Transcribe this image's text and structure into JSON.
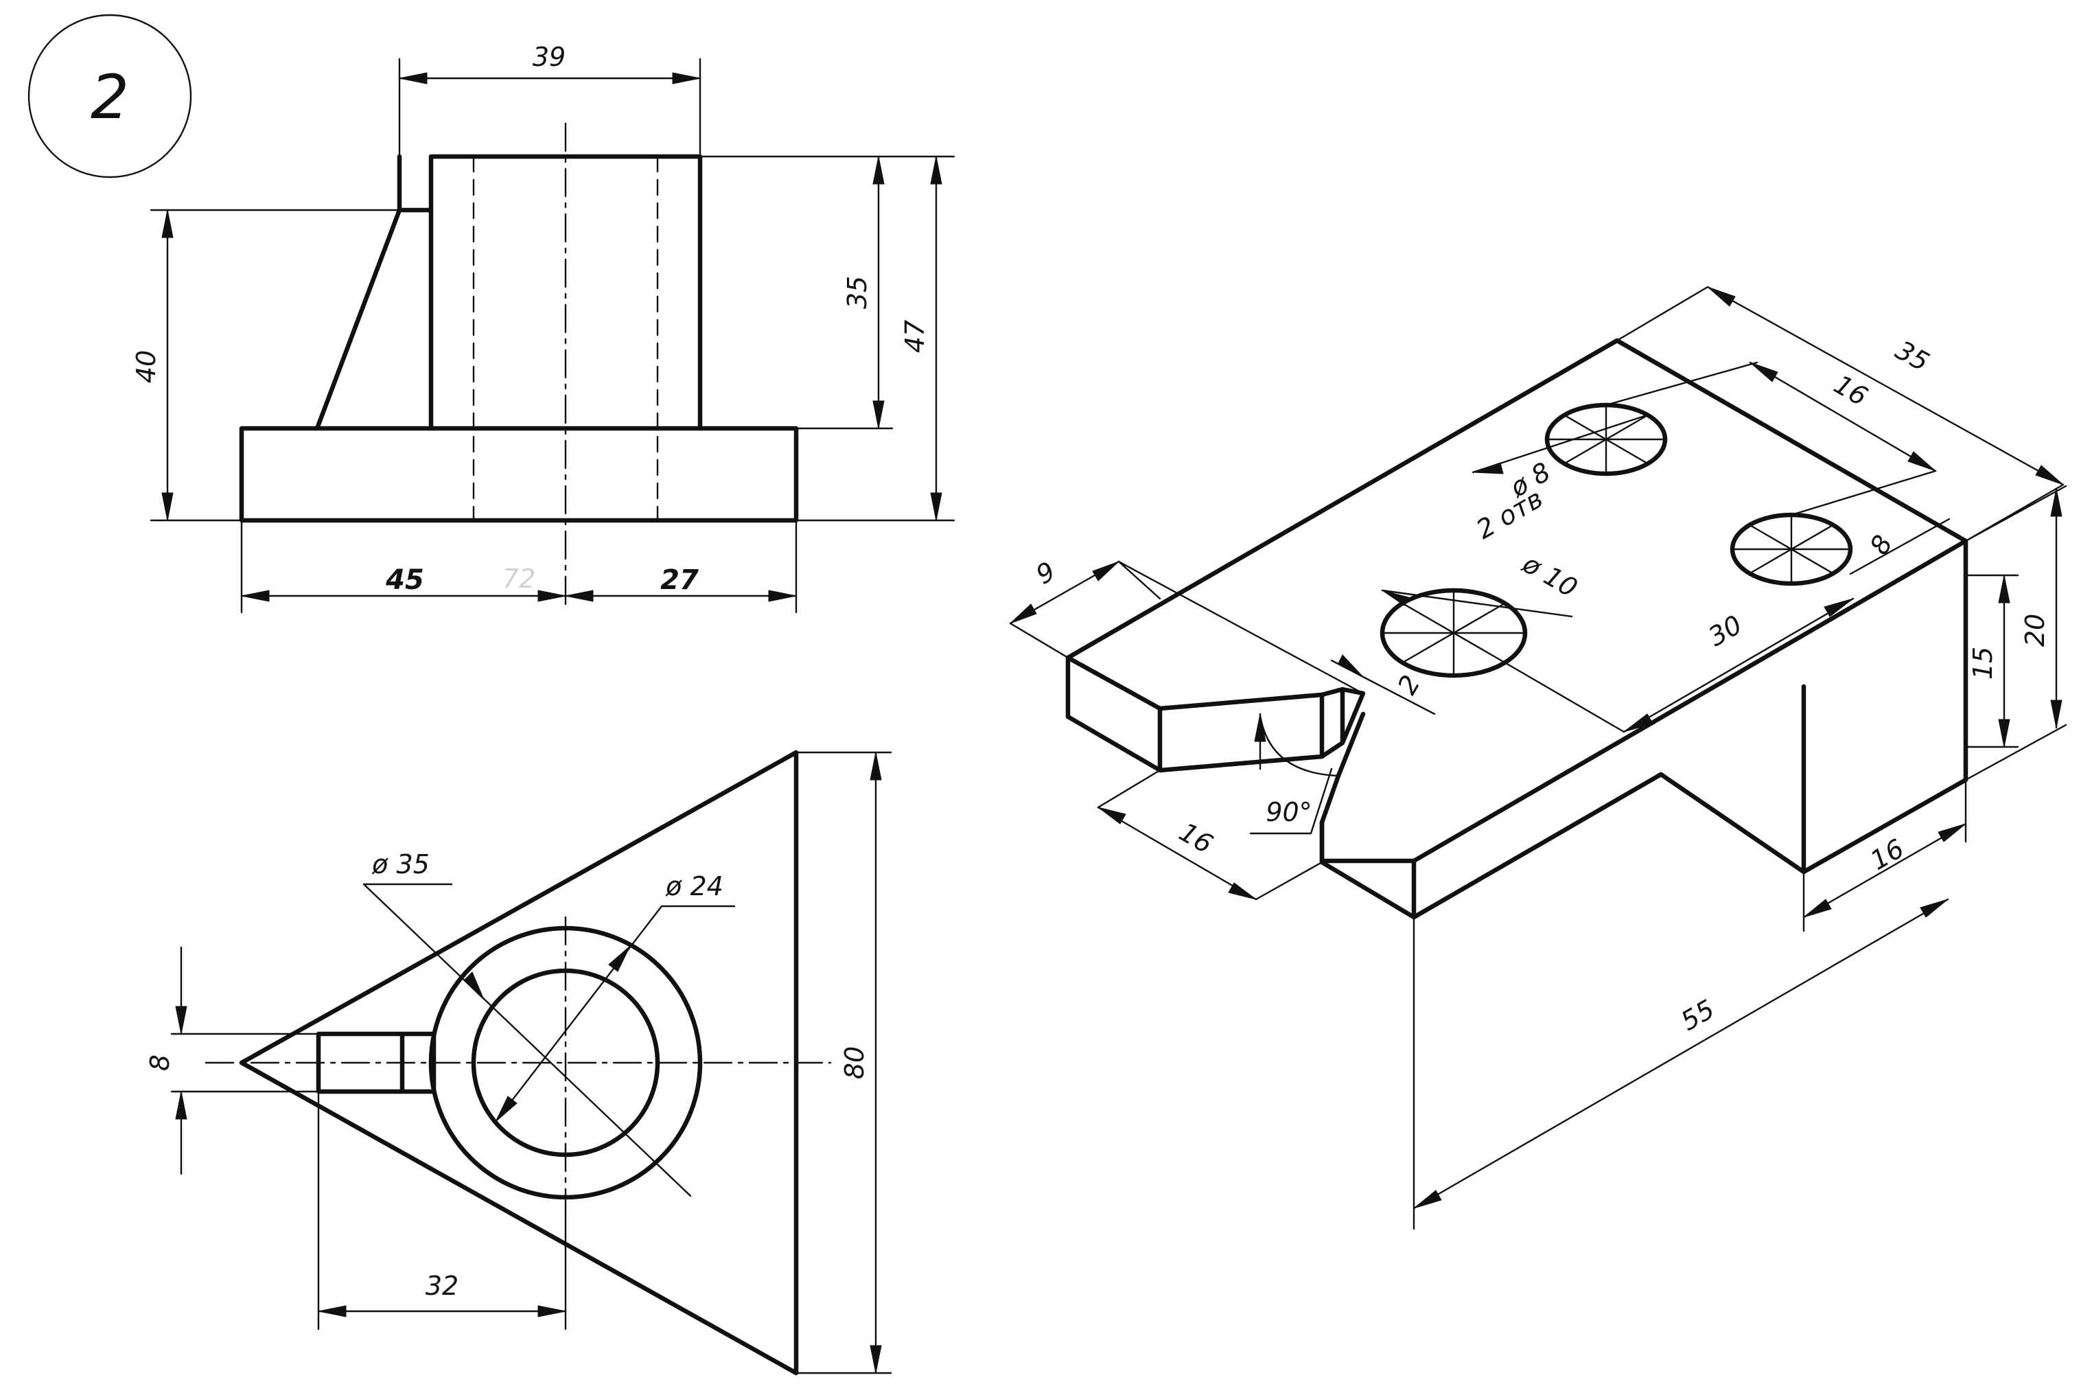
{
  "sheet": {
    "badge": "2"
  },
  "front_view": {
    "dims": {
      "width_39": "39",
      "height_35": "35",
      "height_47": "47",
      "height_40": "40",
      "left_45": "45",
      "faint_72": "72",
      "right_27": "27"
    }
  },
  "top_view": {
    "dims": {
      "dia_35": "ø 35",
      "dia_24": "ø 24",
      "slot_8": "8",
      "height_80": "80",
      "length_32": "32"
    }
  },
  "iso_view": {
    "dims": {
      "length_35": "35",
      "length_16_top": "16",
      "dia_8": "ø 8",
      "holes_note": "2 отв",
      "dia_10": "ø 10",
      "depth_8": "8",
      "length_30": "30",
      "width_9": "9",
      "gap_2": "2",
      "angle_90": "90°",
      "width_16_left": "16",
      "height_15": "15",
      "height_20": "20",
      "width_16_right": "16",
      "length_55": "55"
    }
  }
}
